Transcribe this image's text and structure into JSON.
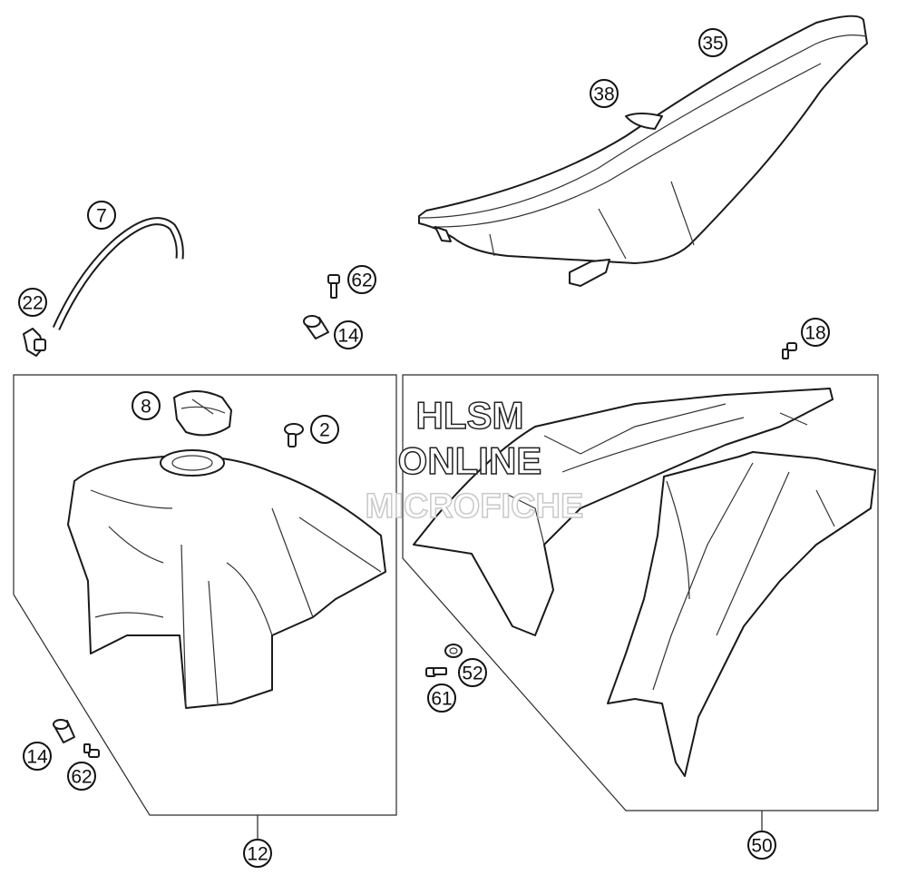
{
  "callouts": {
    "c35": "35",
    "c38": "38",
    "c7": "7",
    "c22": "22",
    "c62_top": "62",
    "c14_top": "14",
    "c18": "18",
    "c8": "8",
    "c2": "2",
    "c52": "52",
    "c61": "61",
    "c14_bottom": "14",
    "c62_bottom": "62",
    "c12": "12",
    "c50": "50"
  },
  "watermark": {
    "line1": "HLSM",
    "line2": "ONLINE",
    "line3": "MICROFICHE"
  },
  "colors": {
    "line": "#1a1a1a",
    "watermark_stroke": "#222222",
    "watermark_light": "#c8c8c8"
  }
}
